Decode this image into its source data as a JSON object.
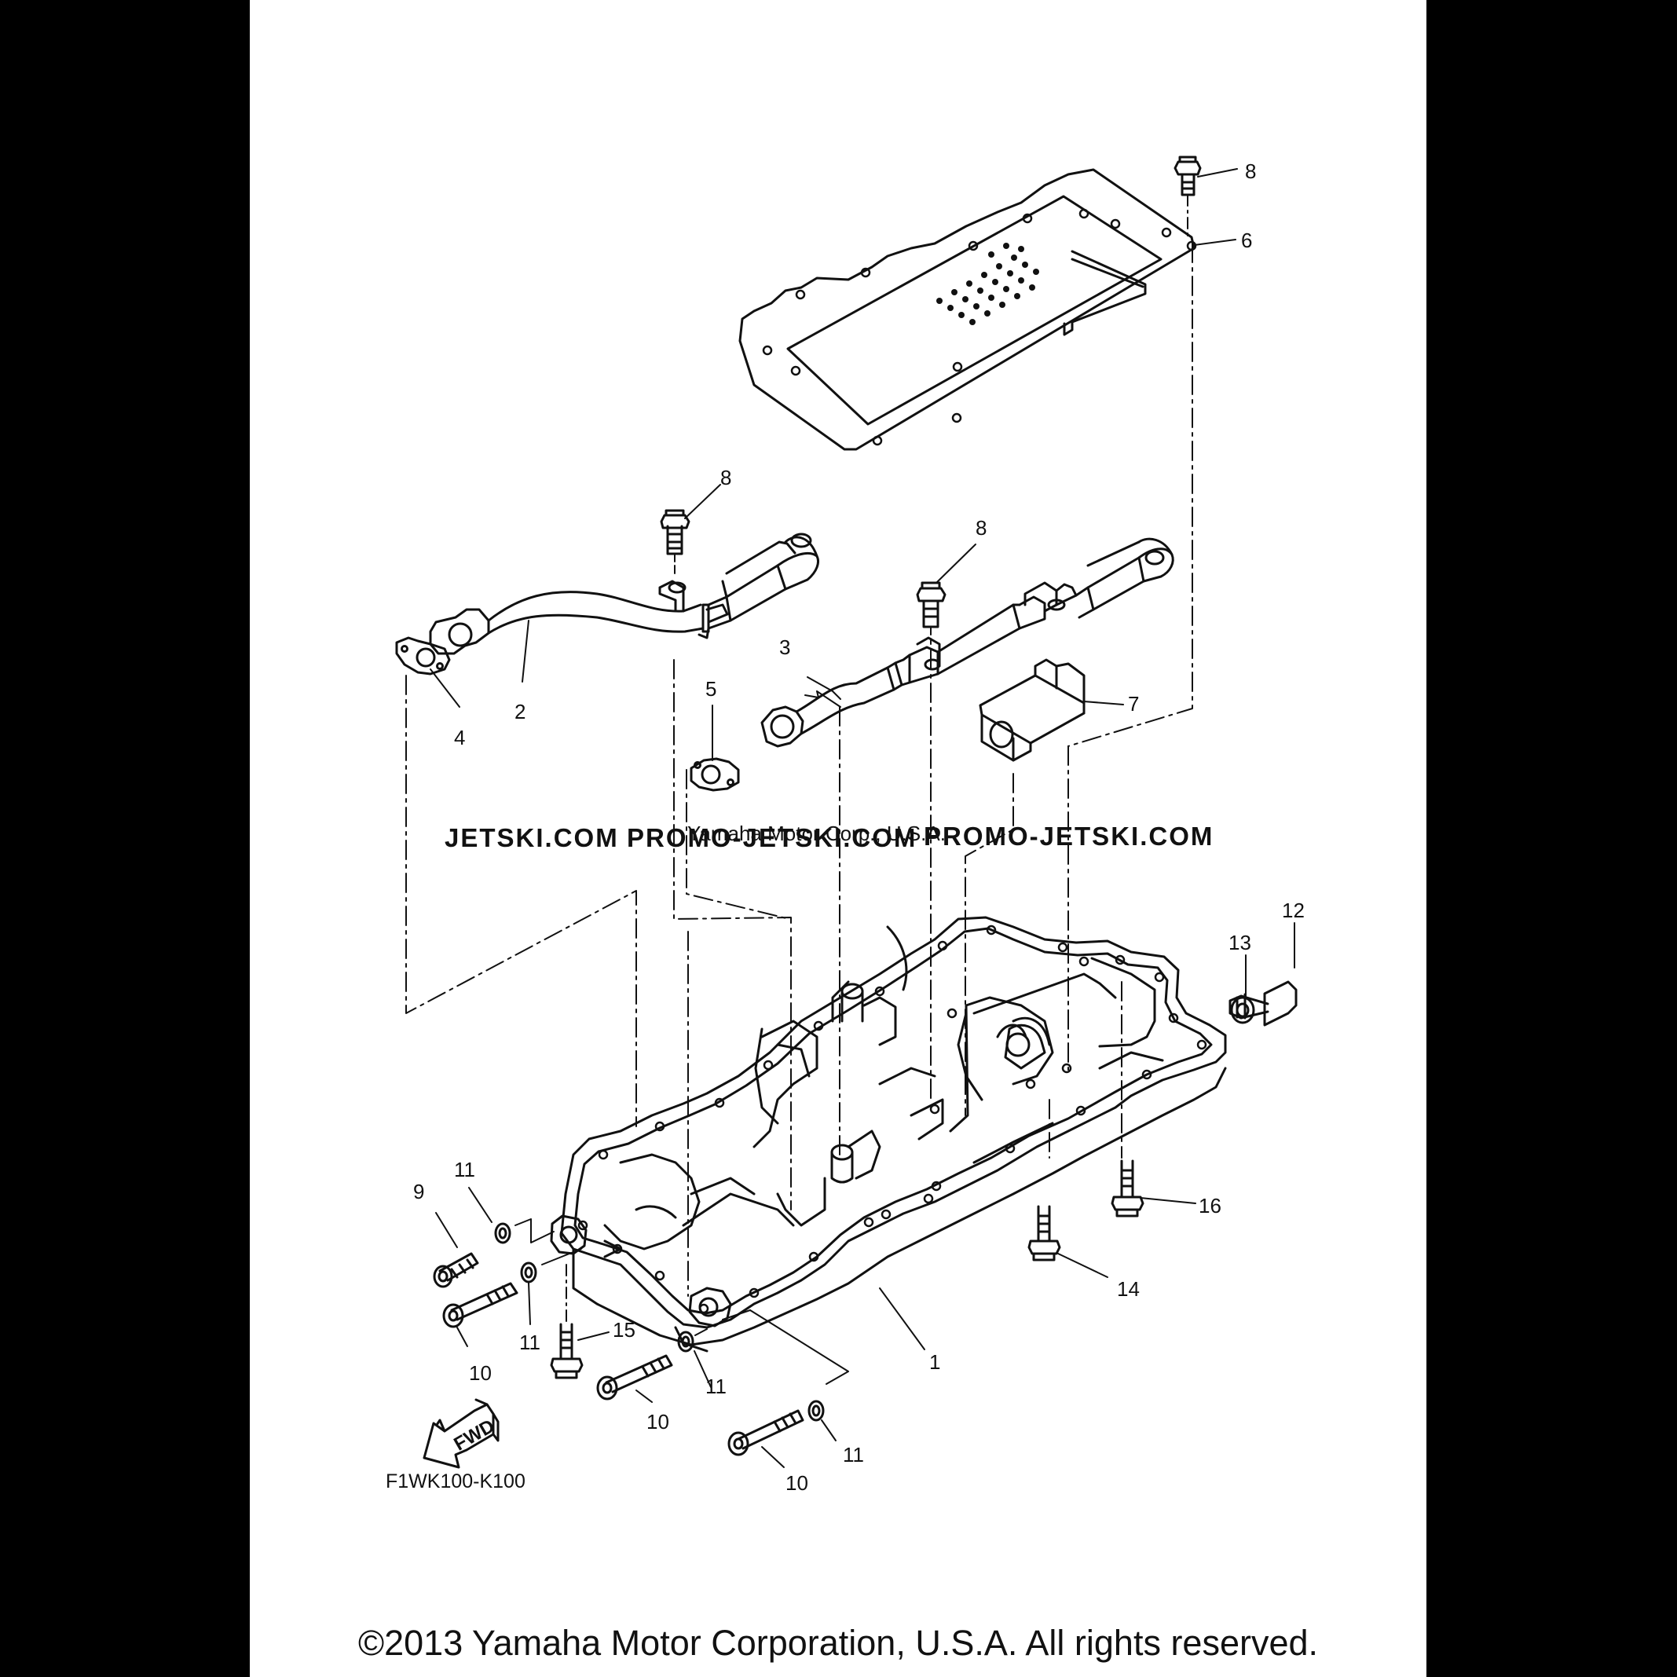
{
  "diagram": {
    "code": "F1WK100-K100",
    "fwd_label": "FWD",
    "copyright": "©2013 Yamaha Motor Corporation, U.S.A. All rights reserved.",
    "watermarks": [
      "JETSKI.COM",
      "PROMO-JETSKI.COM",
      "PROMO-JETSKI.COM",
      "Yamaha Motor Corp., U.S.A."
    ],
    "callouts": {
      "c1": "1",
      "c2": "2",
      "c3": "3",
      "c4": "4",
      "c5": "5",
      "c6": "6",
      "c7": "7",
      "c8a": "8",
      "c8b": "8",
      "c8c": "8",
      "c9": "9",
      "c10a": "10",
      "c10b": "10",
      "c10c": "10",
      "c11a": "11",
      "c11b": "11",
      "c11c": "11",
      "c11d": "11",
      "c12": "12",
      "c13": "13",
      "c14": "14",
      "c15": "15",
      "c16": "16"
    }
  }
}
